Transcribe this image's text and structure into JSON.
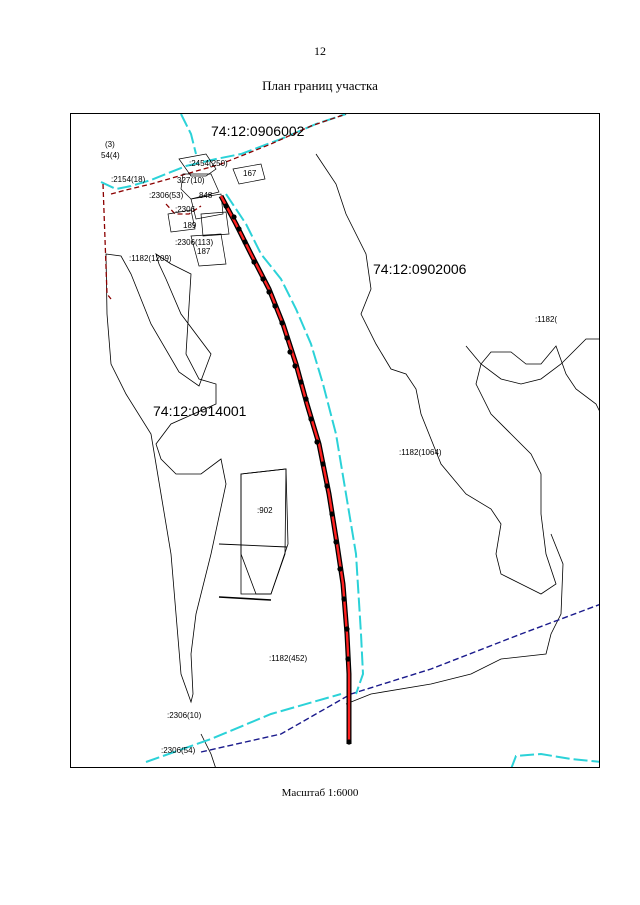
{
  "page_number": "12",
  "title": "План границ участка",
  "scale_label": "Масштаб 1:6000",
  "map": {
    "quarters": {
      "q_0906002": "74:12:0906002",
      "q_0902006": "74:12:0902006",
      "q_0914001": "74:12:0914001"
    },
    "parcels": {
      "p_3": "(3)",
      "p_54_4": "54(4)",
      "p_2154_18": ":2154(18)",
      "p_2306_53": ":2306(53)",
      "p_848": "848",
      "p_2306": ":2306",
      "p_189": "189",
      "p_2306_113": ":2306(113)",
      "p_187": "187",
      "p_1182_1209": ":1182(1209)",
      "p_167": "167",
      "p_2454": ":2454(250)",
      "p_327": "327(10)",
      "p_1182_edge": ":1182(",
      "p_1182_1064": ":1182(1064)",
      "p_902": ":902",
      "p_1182_452": ":1182(452)",
      "p_2306_10": ":2306(10)",
      "p_2306_54": ":2306(54)"
    }
  },
  "colors": {
    "quarter_boundary": "#2bd2d8",
    "parcel_boundary_dashed": "#8b0000",
    "route_fill": "#ff2020",
    "route_outline": "#000000",
    "survey_points": "#000000",
    "contour_lines": "#000000",
    "navy_boundary": "#1a1a8c"
  }
}
